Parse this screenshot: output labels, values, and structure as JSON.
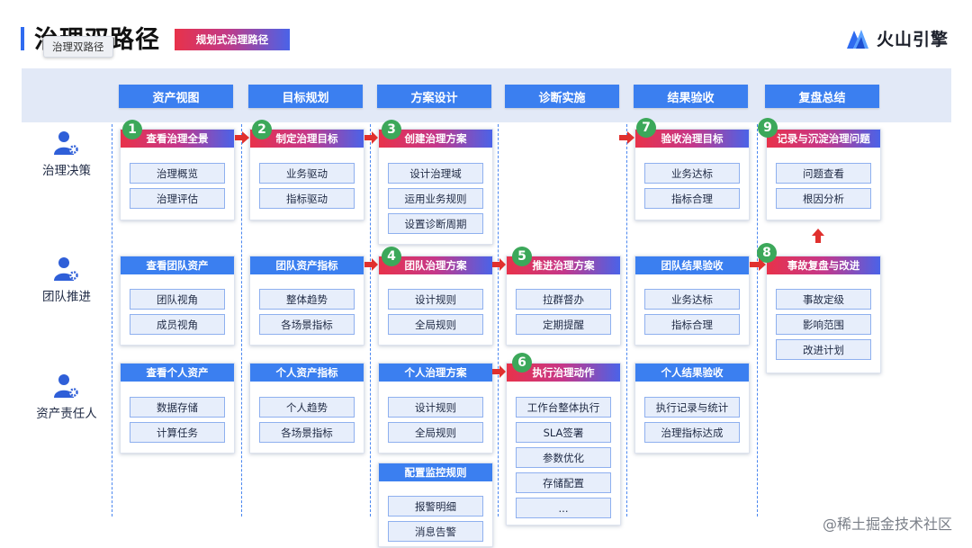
{
  "title": "治理双路径",
  "title_tooltip": "治理双路径",
  "tag": "规划式治理路径",
  "brand": {
    "name": "火山引擎",
    "logo_icon": "volcano-logo-icon",
    "color": "#2f6bf0"
  },
  "columns": [
    "资产视图",
    "目标规划",
    "方案设计",
    "诊断实施",
    "结果验收",
    "复盘总结"
  ],
  "roles": [
    "治理决策",
    "团队推进",
    "资产责任人"
  ],
  "steps": [
    "1",
    "2",
    "3",
    "4",
    "5",
    "6",
    "7",
    "8",
    "9"
  ],
  "cards": {
    "c1": {
      "title": "查看治理全景",
      "items": [
        "治理概览",
        "治理评估"
      ]
    },
    "c2": {
      "title": "制定治理目标",
      "items": [
        "业务驱动",
        "指标驱动"
      ]
    },
    "c3": {
      "title": "创建治理方案",
      "items": [
        "设计治理域",
        "运用业务规则",
        "设置诊断周期"
      ]
    },
    "c7": {
      "title": "验收治理目标",
      "items": [
        "业务达标",
        "指标合理"
      ]
    },
    "c9": {
      "title": "记录与沉淀治理问题",
      "items": [
        "问题查看",
        "根因分析"
      ]
    },
    "t1": {
      "title": "查看团队资产",
      "items": [
        "团队视角",
        "成员视角"
      ]
    },
    "t2": {
      "title": "团队资产指标",
      "items": [
        "整体趋势",
        "各场景指标"
      ]
    },
    "c4": {
      "title": "团队治理方案",
      "items": [
        "设计规则",
        "全局规则"
      ]
    },
    "c5": {
      "title": "推进治理方案",
      "items": [
        "拉群督办",
        "定期提醒"
      ]
    },
    "t5": {
      "title": "团队结果验收",
      "items": [
        "业务达标",
        "指标合理"
      ]
    },
    "c8": {
      "title": "事故复盘与改进",
      "items": [
        "事故定级",
        "影响范围",
        "改进计划"
      ]
    },
    "p1": {
      "title": "查看个人资产",
      "items": [
        "数据存储",
        "计算任务"
      ]
    },
    "p2": {
      "title": "个人资产指标",
      "items": [
        "个人趋势",
        "各场景指标"
      ]
    },
    "p3": {
      "title": "个人治理方案",
      "items": [
        "设计规则",
        "全局规则"
      ]
    },
    "c6": {
      "title": "执行治理动作",
      "items": [
        "工作台整体执行",
        "SLA签署",
        "参数优化",
        "存储配置",
        "..."
      ]
    },
    "p5": {
      "title": "个人结果验收",
      "items": [
        "执行记录与统计",
        "治理指标达成"
      ]
    },
    "m1": {
      "title": "配置监控规则",
      "items": [
        "报警明细",
        "消息告警"
      ]
    }
  },
  "watermark": "@稀土掘金技术社区",
  "colors": {
    "column_header": "#3b7ff0",
    "band": "#e2e9f7",
    "badge": "#3ca85a",
    "arrow": "#e0302e",
    "pill_bg": "#e7eefb"
  }
}
